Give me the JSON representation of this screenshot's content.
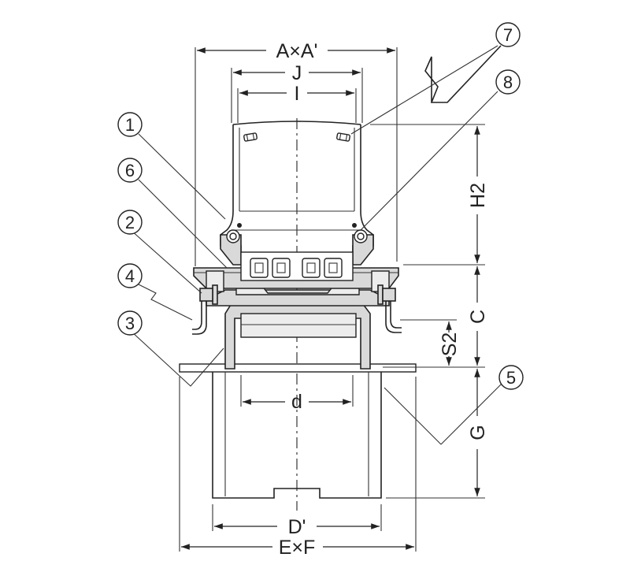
{
  "dimensions": {
    "a_a": "A×A'",
    "j": "J",
    "i": "I",
    "h2": "H2",
    "c": "C",
    "s2": "S2",
    "g": "G",
    "d": "d",
    "d_prime": "D'",
    "e_f": "E×F"
  },
  "callouts": {
    "c1": "1",
    "c2": "2",
    "c3": "3",
    "c4": "4",
    "c5": "5",
    "c6": "6",
    "c7": "7",
    "c8": "8"
  }
}
